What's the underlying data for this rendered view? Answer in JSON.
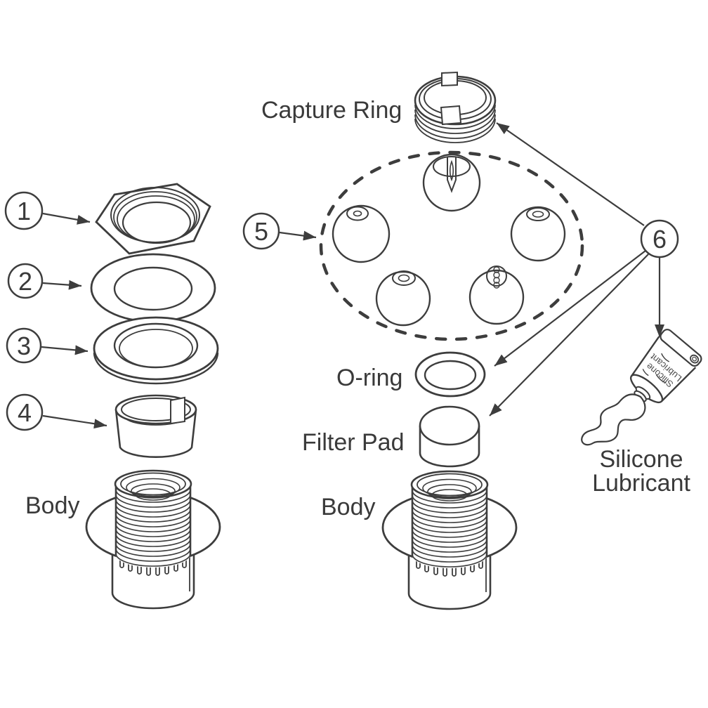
{
  "diagram": {
    "type": "exploded-parts-diagram",
    "background_color": "#ffffff",
    "line_color": "#3d3d3d",
    "callouts": [
      {
        "number": "1",
        "target": "hex-nut-drawing"
      },
      {
        "number": "2",
        "target": "flat-gasket-drawing"
      },
      {
        "number": "3",
        "target": "thick-gasket-ring-drawing"
      },
      {
        "number": "4",
        "target": "cup-retainer-drawing"
      },
      {
        "number": "5",
        "target": "ball-cluster-drawing"
      },
      {
        "number": "6",
        "target": "capture-ring-drawing, o-ring-drawing, filter-pad-drawing, silicone-tube-drawing"
      }
    ],
    "labels": {
      "capture_ring": "Capture Ring",
      "o_ring": "O-ring",
      "filter_pad": "Filter Pad",
      "body_left": "Body",
      "body_right": "Body",
      "silicone_caption_line1": "Silicone",
      "silicone_caption_line2": "Lubricant",
      "tube_imprint_line1": "Silicone",
      "tube_imprint_line2": "Lubricant"
    }
  }
}
